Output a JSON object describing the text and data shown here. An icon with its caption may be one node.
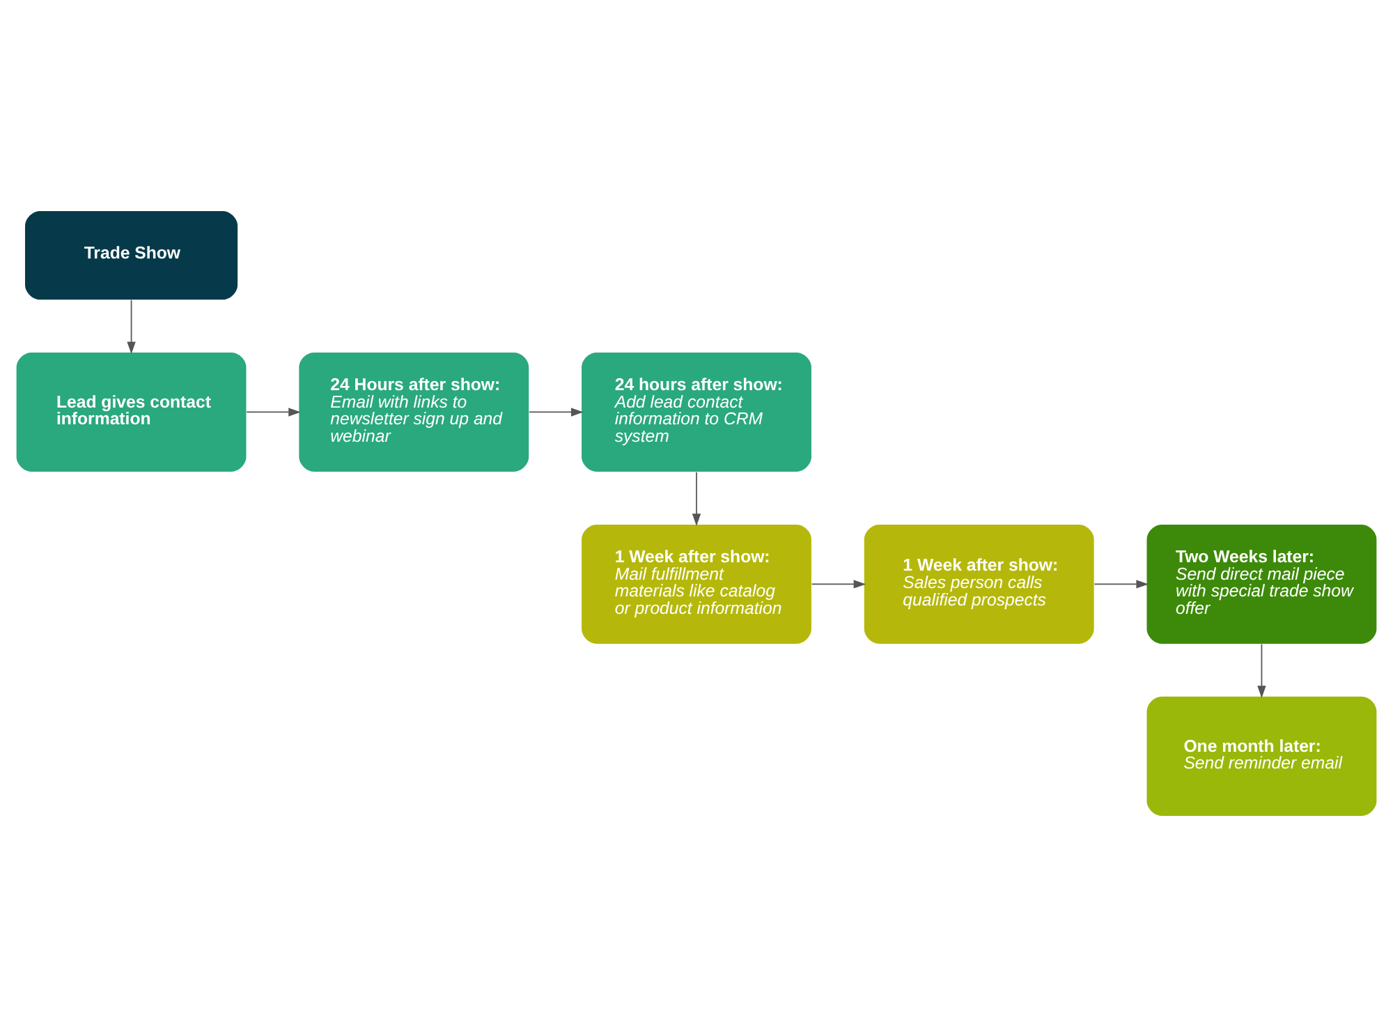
{
  "diagram": {
    "nodes": [
      {
        "text": [
          "Trade Show"
        ]
      },
      {
        "text": [
          "Lead gives contact information"
        ]
      },
      {
        "text": [
          "24 Hours after show:",
          "Email with links to newsletter sign up and webinar"
        ]
      },
      {
        "text": [
          "24 hours after show:",
          "Add lead contact information to CRM system"
        ]
      },
      {
        "text": [
          "1 Week after show:",
          "Mail fulfillment materials like catalog or product information"
        ]
      },
      {
        "text": [
          "1 Week after show:",
          "Sales person calls qualified prospects"
        ]
      },
      {
        "text": [
          "Two Weeks later:",
          "Send direct mail piece with special trade show offer"
        ]
      },
      {
        "text": [
          "One month later:",
          "Send reminder email"
        ]
      }
    ],
    "edges": [
      {
        "from": 0,
        "to": 1,
        "arrow": "to"
      },
      {
        "from": 1,
        "to": 2,
        "arrow": "to"
      },
      {
        "from": 2,
        "to": 3,
        "arrow": "to"
      },
      {
        "from": 3,
        "to": 4,
        "arrow": "to"
      },
      {
        "from": 4,
        "to": 5,
        "arrow": "to"
      },
      {
        "from": 5,
        "to": 6,
        "arrow": "to"
      },
      {
        "from": 6,
        "to": 7,
        "arrow": "to"
      }
    ]
  }
}
